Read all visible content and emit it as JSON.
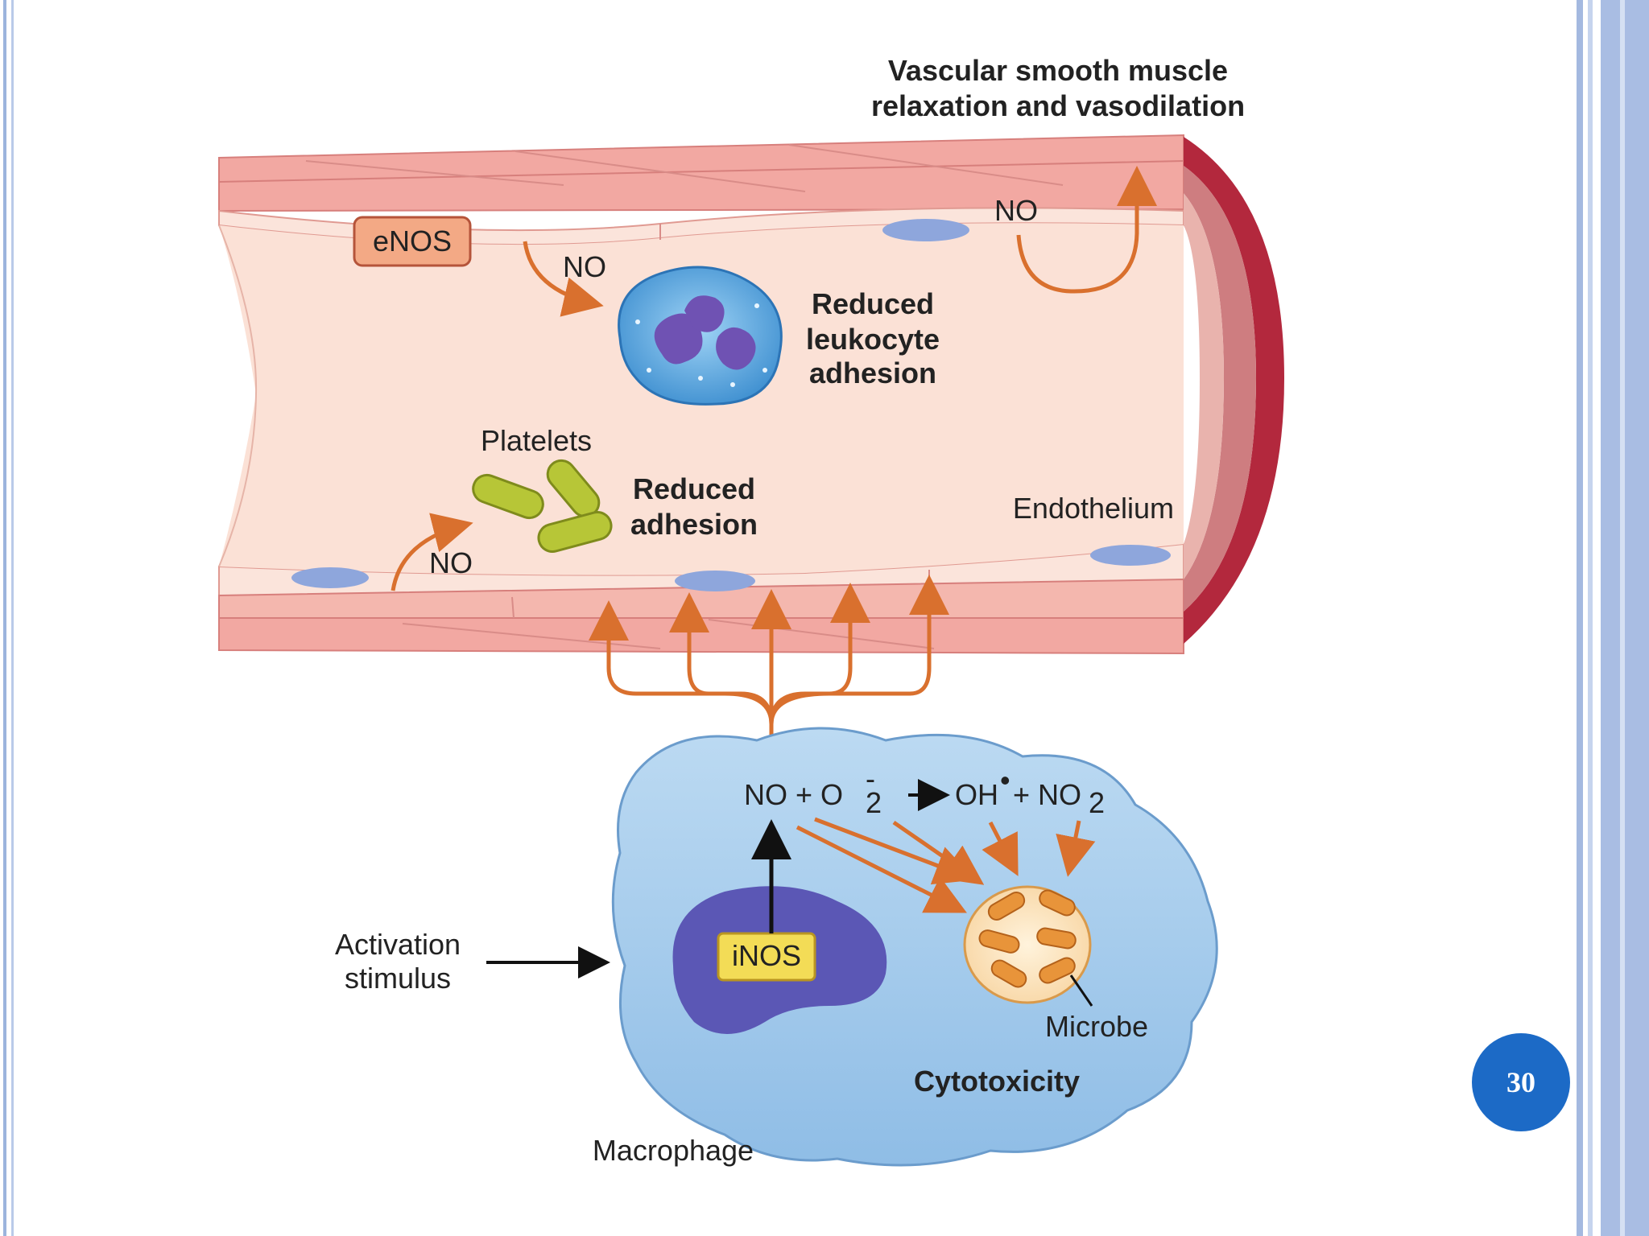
{
  "labels": {
    "top_title_line1": "Vascular smooth muscle",
    "top_title_line2": "relaxation and vasodilation",
    "enos": "eNOS",
    "no": "NO",
    "leukocyte_line1": "Reduced",
    "leukocyte_line2": "leukocyte",
    "leukocyte_line3": "adhesion",
    "platelets": "Platelets",
    "reduced_adhesion_line1": "Reduced",
    "reduced_adhesion_line2": "adhesion",
    "endothelium": "Endothelium",
    "activation_line1": "Activation",
    "activation_line2": "stimulus",
    "inos": "iNOS",
    "reaction_left": "NO + O",
    "reaction_o2_sub": "2",
    "reaction_o2_sup": "-",
    "reaction_oh": "OH",
    "reaction_oh_sup": "•",
    "reaction_plus_no": "+ NO",
    "reaction_no2_sub": "2",
    "microbe": "Microbe",
    "cytotoxicity": "Cytotoxicity",
    "macrophage": "Macrophage"
  },
  "slide_number": "30",
  "colors": {
    "frame_blue": "#a9bde3",
    "slide_number_bg": "#1c6ac6",
    "vessel_wall": "#f2a8a2",
    "vessel_lumen": "#fbe1d6",
    "vessel_rim": "#b3283d",
    "arrow": "#d9702e",
    "macrophage": "#a9cdec",
    "nucleus": "#5b57b5",
    "inos_box": "#f3dc56",
    "platelet": "#b7c637",
    "microbe_rod": "#e8943a"
  }
}
